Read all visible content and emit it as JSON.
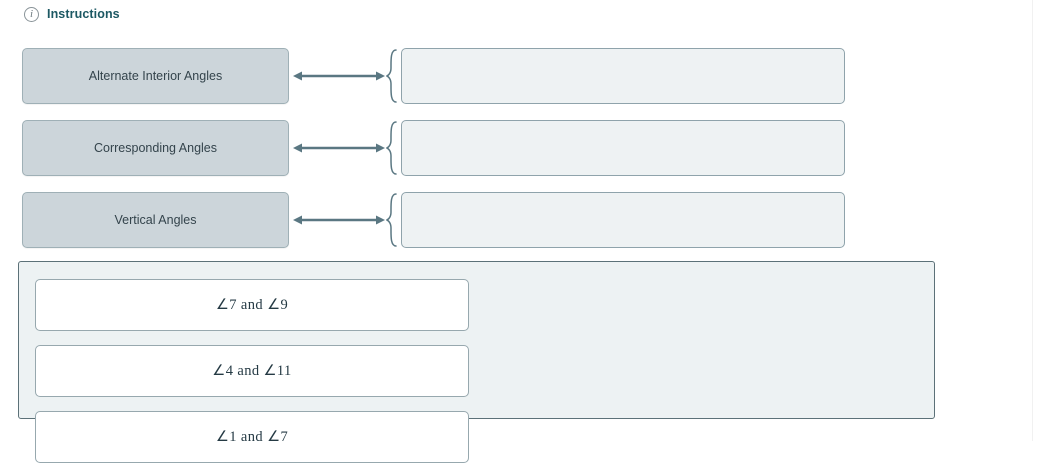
{
  "header": {
    "info_icon": "info-circle-icon",
    "instructions_label": "Instructions"
  },
  "colors": {
    "accent_teal": "#1c5863",
    "category_fill": "#ccd5da",
    "category_border": "#9fb0b6",
    "dropzone_fill": "#eef2f3",
    "dropzone_border": "#8fa3ab",
    "connector": "#5a7782",
    "bank_fill": "#edf2f3",
    "bank_border": "#5c7178",
    "tile_fill": "#ffffff",
    "tile_border": "#97a8ae",
    "text_dark": "#34444c"
  },
  "match_rows": [
    {
      "category": "Alternate Interior Angles",
      "connector_icon": "double-arrow-icon",
      "brace_icon": "left-curly-brace-icon",
      "dropped_value": ""
    },
    {
      "category": "Corresponding Angles",
      "connector_icon": "double-arrow-icon",
      "brace_icon": "left-curly-brace-icon",
      "dropped_value": ""
    },
    {
      "category": "Vertical Angles",
      "connector_icon": "double-arrow-icon",
      "brace_icon": "left-curly-brace-icon",
      "dropped_value": ""
    }
  ],
  "answer_bank": {
    "tiles": [
      {
        "text": "∠7 and ∠9"
      },
      {
        "text": "∠4 and ∠11"
      },
      {
        "text": "∠1 and ∠7"
      }
    ]
  }
}
